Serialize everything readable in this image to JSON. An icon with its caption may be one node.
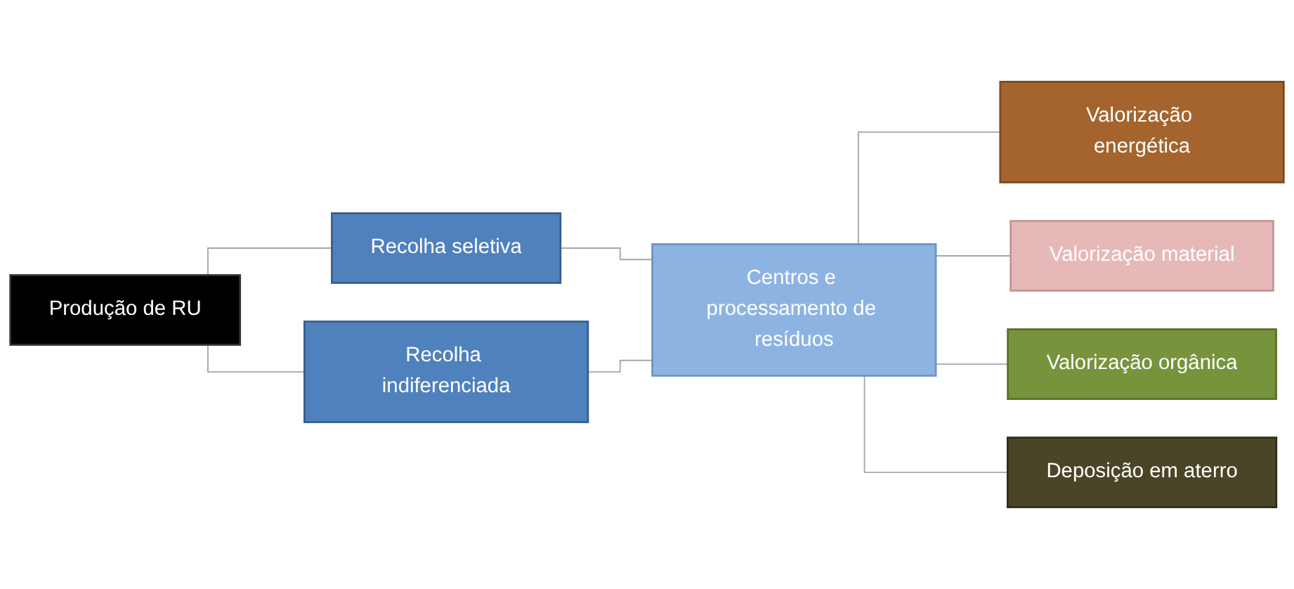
{
  "diagram": {
    "nodes": [
      {
        "text": [
          "Produção de RU"
        ]
      },
      {
        "text": [
          "Recolha seletiva"
        ]
      },
      {
        "text": [
          "Recolha indiferenciada"
        ]
      },
      {
        "text": [
          "Centros e processamento de resíduos"
        ]
      },
      {
        "text": [
          "Valorização energética"
        ]
      },
      {
        "text": [
          "Valorização material"
        ]
      },
      {
        "text": [
          "Valorização orgânica"
        ]
      },
      {
        "text": [
          "Deposição em aterro"
        ]
      }
    ],
    "edges": [
      {
        "from": 0,
        "to": 1,
        "arrow": "none"
      },
      {
        "from": 0,
        "to": 2,
        "arrow": "none"
      },
      {
        "from": 1,
        "to": 3,
        "arrow": "none"
      },
      {
        "from": 2,
        "to": 3,
        "arrow": "none"
      },
      {
        "from": 3,
        "to": 4,
        "arrow": "none"
      },
      {
        "from": 3,
        "to": 5,
        "arrow": "none"
      },
      {
        "from": 3,
        "to": 6,
        "arrow": "none"
      },
      {
        "from": 3,
        "to": 7,
        "arrow": "none"
      }
    ]
  }
}
